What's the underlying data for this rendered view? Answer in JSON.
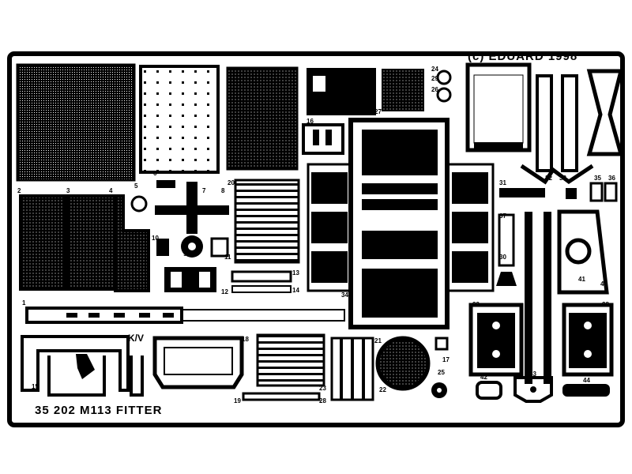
{
  "fret": {
    "copyright": "(c)  EDUARD  1998",
    "title": "35   202   M113   FITTER",
    "kv_mark": "K/V",
    "part_numbers": [
      "1",
      "2",
      "3",
      "4",
      "5",
      "6",
      "7",
      "8",
      "9",
      "10",
      "11",
      "12",
      "13",
      "14",
      "15",
      "16",
      "17",
      "18",
      "19",
      "20",
      "21",
      "22",
      "23",
      "24",
      "25",
      "26",
      "27",
      "28",
      "29",
      "30",
      "31",
      "32",
      "33",
      "34",
      "35",
      "36",
      "37",
      "38",
      "39",
      "40",
      "41",
      "42",
      "43",
      "44"
    ]
  }
}
